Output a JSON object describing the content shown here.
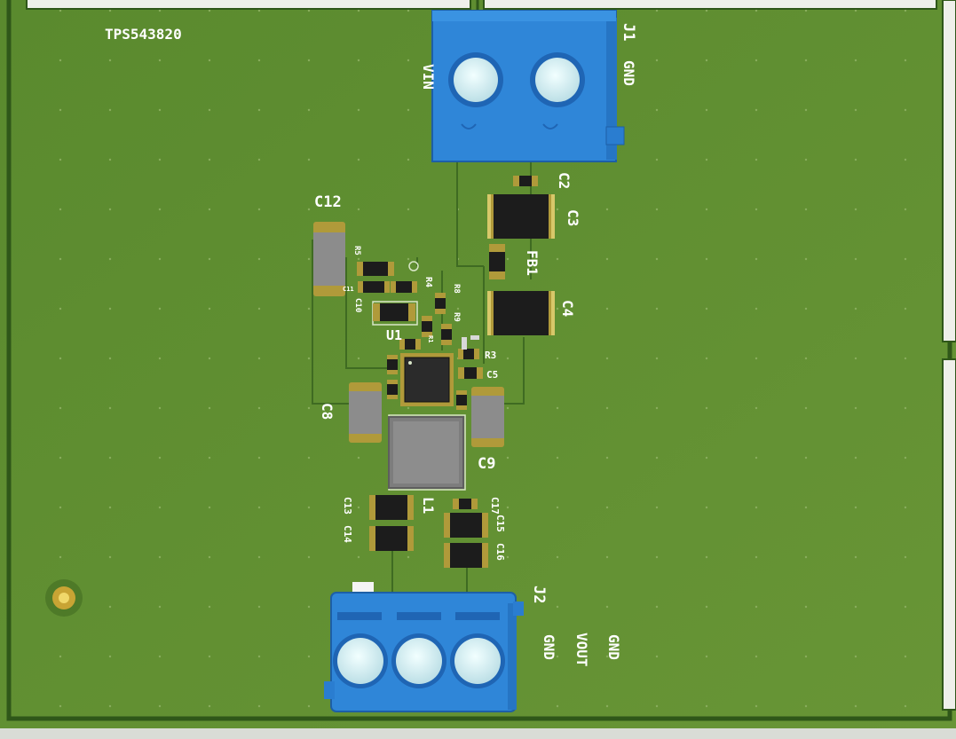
{
  "board": {
    "title": "TPS543820",
    "colors": {
      "substrate": "#5f8a30",
      "substrate_edge": "#2f5719",
      "connector_blue": "#2f86d8",
      "pad_copper": "#b09a3a",
      "silkscreen": "#ffffff",
      "component_black": "#1c1c1c",
      "inductor_grey": "#878787"
    }
  },
  "connectors": {
    "j1": {
      "ref": "J1",
      "pin_vin": "VIN",
      "pin_gnd": "GND"
    },
    "j2": {
      "ref": "J2",
      "pin_gnd_left": "GND",
      "pin_vout": "VOUT",
      "pin_gnd_right": "GND"
    }
  },
  "components": {
    "c2": "C2",
    "c3": "C3",
    "c4": "C4",
    "c5": "C5",
    "c8": "C8",
    "c9": "C9",
    "c10": "C10",
    "c11": "C11",
    "c12": "C12",
    "c13": "C13",
    "c14": "C14",
    "c15": "C15",
    "c16": "C16",
    "c17": "C17",
    "fb1": "FB1",
    "l1": "L1",
    "u1": "U1",
    "r1": "R1",
    "r3": "R3",
    "r4": "R4",
    "r5": "R5",
    "r8": "R8",
    "r9": "R9"
  }
}
